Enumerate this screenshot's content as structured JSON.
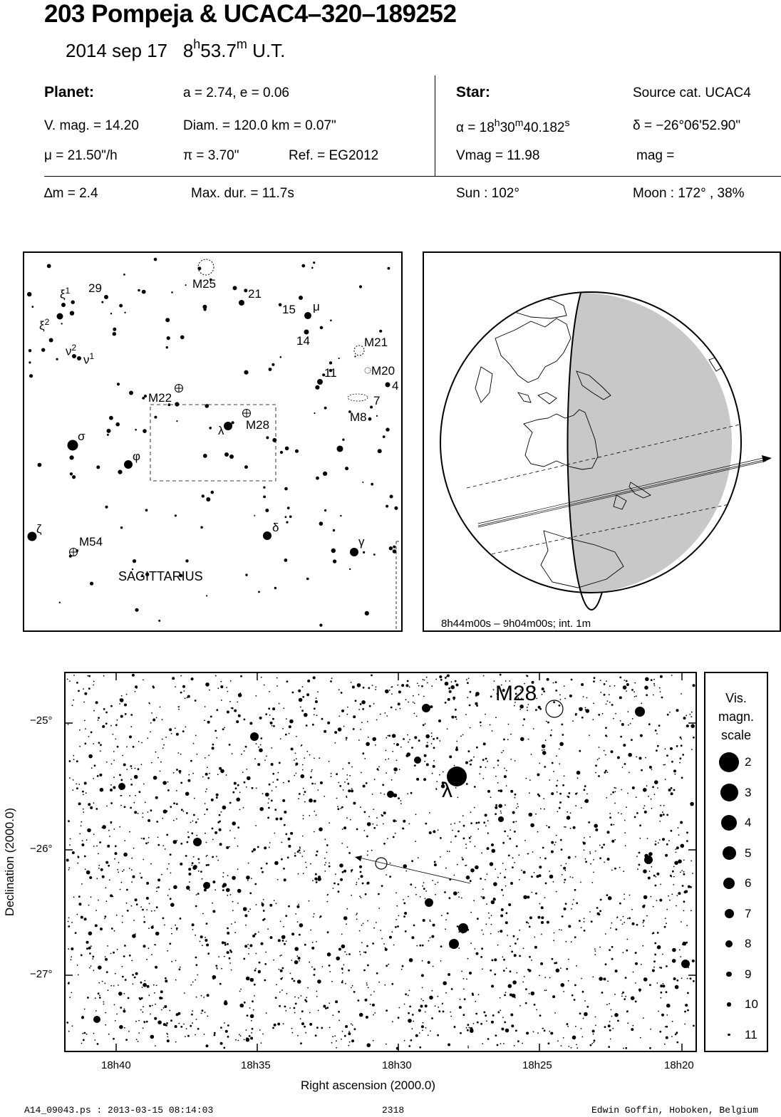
{
  "header": {
    "title": "203 Pompeja  &  UCAC4–320–189252",
    "date": "2014 sep 17",
    "time_h": "8",
    "time_h_sup": "h",
    "time_m": "53.7",
    "time_m_sup": "m",
    "time_ut": "U.T."
  },
  "planet": {
    "heading": "Planet:",
    "orbit": "a = 2.74, e = 0.06",
    "vmag": "V. mag. = 14.20",
    "diam": "Diam. = 120.0 km = 0.07\"",
    "mu": "μ =  21.50\"/h",
    "pi": "π =  3.70\"",
    "ref": "Ref. = EG2012"
  },
  "star": {
    "heading": "Star:",
    "source": "Source cat.  UCAC4",
    "alpha_pre": "α = 18",
    "alpha_h": "h",
    "alpha_mid": "30",
    "alpha_m": "m",
    "alpha_s_val": "40.182",
    "alpha_s": "s",
    "delta": "δ = −26°06'52.90\"",
    "vmag": "Vmag = 11.98",
    "mag": "mag ="
  },
  "event": {
    "dm": "∆m = 2.4",
    "maxdur": "Max. dur. = 11.7s",
    "sun": "Sun : 102°",
    "moon": "Moon : 172° , 38%"
  },
  "finder": {
    "constellation": "SAGITTARIUS",
    "labels": {
      "m25": "M25",
      "n21": "21",
      "n15": "15",
      "mu": "μ",
      "n14": "14",
      "m21": "M21",
      "m20": "M20",
      "n4": "4",
      "n11": "11",
      "n7": "7",
      "m8": "M8",
      "xi1": "ξ",
      "xi1n": "1",
      "n29": "29",
      "xi2": "ξ",
      "xi2n": "2",
      "nu2": "ν",
      "nu2n": "2",
      "nu1": "ν",
      "nu1n": "1",
      "m22": "M22",
      "m28": "M28",
      "lambda": "λ",
      "sigma": "σ",
      "phi": "φ",
      "zeta": "ζ",
      "m54": "M54",
      "delta": "δ",
      "gamma": "γ"
    }
  },
  "globe": {
    "caption": "8h44m00s –  9h04m00s; int.  1m"
  },
  "chart": {
    "label_m28": "M28",
    "label_lambda": "λ",
    "ylabel": "Declination (2000.0)",
    "xlabel": "Right ascension (2000.0)",
    "yticks": [
      "−25°",
      "−26°",
      "−27°"
    ],
    "xticks": [
      "18h40",
      "18h35",
      "18h30",
      "18h25",
      "18h20"
    ]
  },
  "legend": {
    "title1": "Vis.",
    "title2": "magn.",
    "title3": "scale",
    "mags": [
      "2",
      "3",
      "4",
      "5",
      "6",
      "7",
      "8",
      "9",
      "10",
      "11"
    ]
  },
  "footer": {
    "left": "A14_09043.ps : 2013-03-15 08:14:03",
    "mid": "2318",
    "right": "Edwin Goffin, Hoboken, Belgium"
  }
}
